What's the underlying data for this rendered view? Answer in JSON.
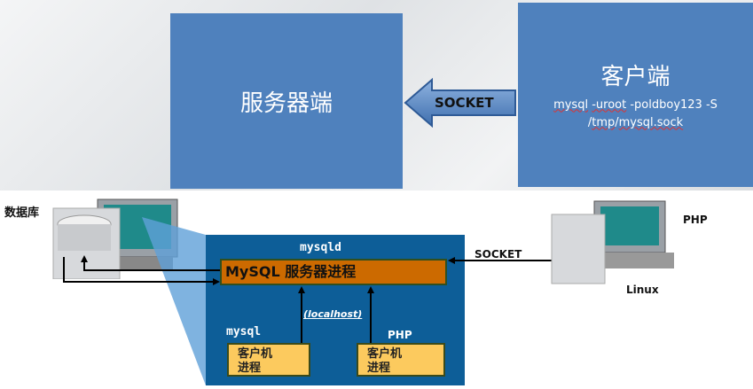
{
  "top": {
    "server_label": "服务器端",
    "arrow_label": "SOCKET",
    "client_title": "客户端",
    "client_cmd_parts": [
      "mysql",
      "-uroot",
      "-poldboy123 -S"
    ],
    "client_cmd_line2": [
      "/",
      "tmp",
      "/",
      "mysql.sock"
    ]
  },
  "diagram": {
    "database_label": "数据库",
    "mysqld_label": "mysqld",
    "server_process": "MySQL 服务器进程",
    "localhost_label": "(localhost)",
    "mysql_label": "mysql",
    "php_inner_label": "PHP",
    "client_process_1": [
      "客户机",
      "进程"
    ],
    "client_process_2": [
      "客户机",
      "进程"
    ],
    "socket_label": "SOCKET",
    "php_label": "PHP",
    "linux_label": "Linux"
  },
  "colors": {
    "box_blue": "#4f81bd",
    "panel_blue": "#0d5e98",
    "orange": "#cc6a00",
    "yellow": "#fcca5e"
  }
}
